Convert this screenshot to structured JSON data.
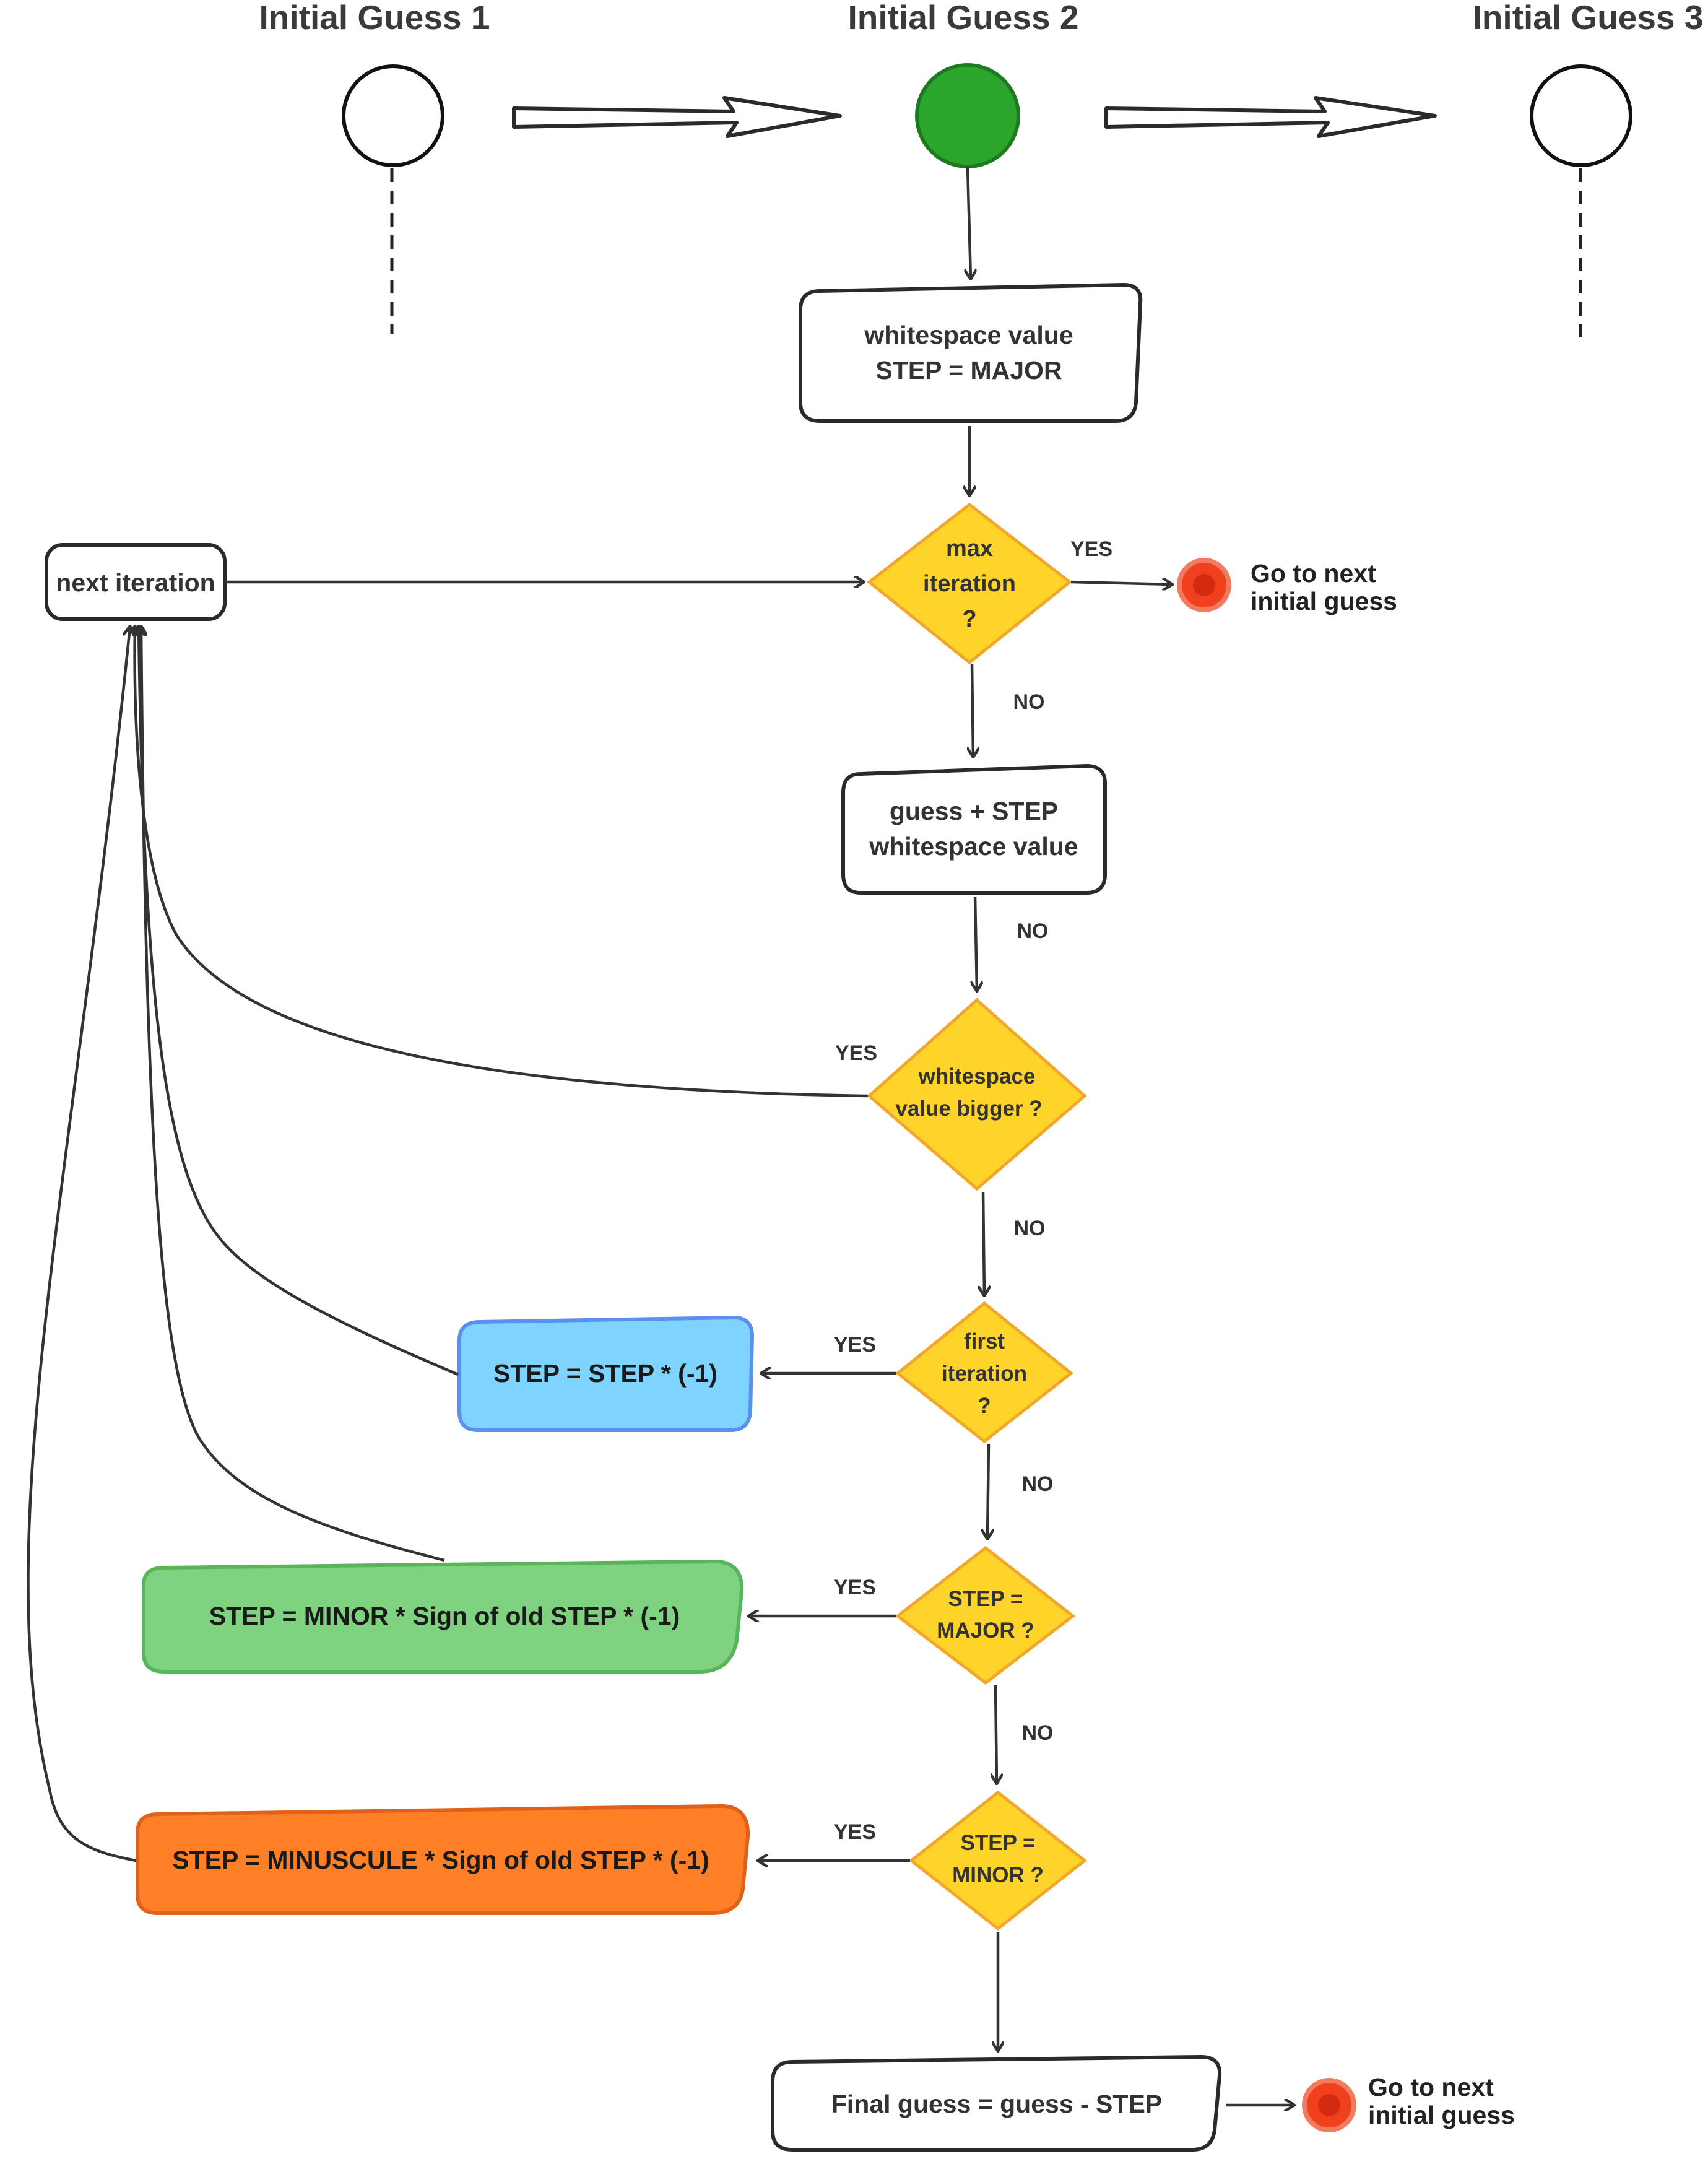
{
  "headers": {
    "guess1": "Initial Guess 1",
    "guess2": "Initial Guess 2",
    "guess3": "Initial Guess 3"
  },
  "boxes": {
    "start_line1": "whitespace value",
    "start_line2": "STEP = MAJOR",
    "next_iteration": "next iteration",
    "guess_step_line1": "guess + STEP",
    "guess_step_line2": "whitespace value",
    "step_negate": "STEP = STEP * (-1)",
    "step_minor": "STEP = MINOR * Sign of old STEP * (-1)",
    "step_minuscule": "STEP = MINUSCULE * Sign of old STEP * (-1)",
    "final_guess": "Final guess = guess - STEP"
  },
  "decisions": {
    "max_iteration": [
      "max",
      "iteration",
      "?"
    ],
    "value_bigger": [
      "whitespace",
      "value bigger ?"
    ],
    "first_iteration": [
      "first",
      "iteration",
      "?"
    ],
    "step_major": [
      "STEP =",
      "MAJOR ?"
    ],
    "step_minor": [
      "STEP =",
      "MINOR ?"
    ]
  },
  "edge_labels": {
    "max_yes": "YES",
    "max_no": "NO",
    "guess_no": "NO",
    "bigger_yes": "YES",
    "bigger_no": "NO",
    "first_yes": "YES",
    "first_no": "NO",
    "major_yes": "YES",
    "major_no": "NO",
    "minor_yes": "YES"
  },
  "terminals": {
    "goto1_line1": "Go to next",
    "goto1_line2": "initial guess",
    "goto2_line1": "Go to next",
    "goto2_line2": "initial guess"
  },
  "colors": {
    "active_guess": "#2ca52c",
    "decision_fill": "#ffd42a",
    "decision_stroke": "#f2a72a",
    "negate_fill": "#7fd3ff",
    "negate_stroke": "#5b8ff0",
    "minor_fill": "#7fd27f",
    "minor_stroke": "#5ab55a",
    "minuscule_fill": "#ff7f27",
    "minuscule_stroke": "#e0621a",
    "terminal_fill": "#f0401e"
  }
}
